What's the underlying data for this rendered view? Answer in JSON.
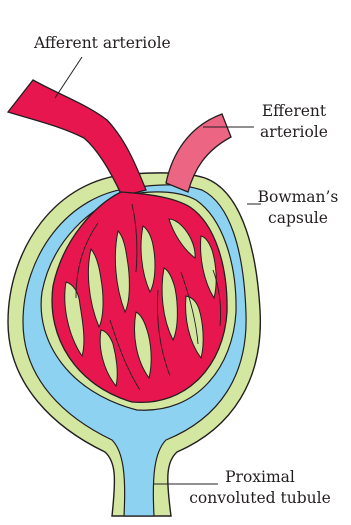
{
  "diagram": {
    "labels": {
      "afferent": "Afferent arteriole",
      "efferent_line1": "Efferent",
      "efferent_line2": "arteriole",
      "bowman_line1": "Bowman’s",
      "bowman_line2": "capsule",
      "pct_line1": "Proximal",
      "pct_line2": "convoluted tubule"
    },
    "colors": {
      "capsule_wall": "#d4e7a1",
      "capsule_space": "#8dd3f1",
      "afferent_vessel": "#e8164f",
      "efferent_vessel": "#ec6582",
      "outline": "#231f20"
    }
  }
}
